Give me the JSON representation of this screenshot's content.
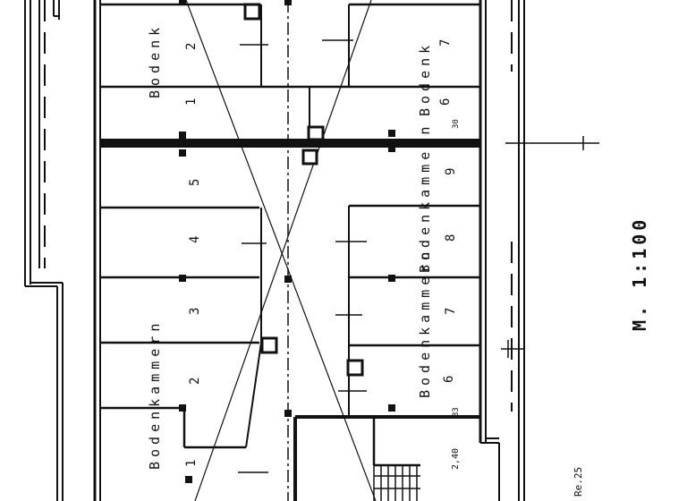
{
  "scale_text": "M. 1:100",
  "room_labels": {
    "left_top": "Bodenk",
    "left_main": "Bodenkammern",
    "right_top": "Bodenk",
    "right_lower": "Bodenkammern",
    "right_middle": "Bodenkammern"
  },
  "room_numbers": {
    "n2_top": "2",
    "n1_a": "1",
    "n5": "5",
    "n4": "4",
    "n3": "3",
    "n2_b": "2",
    "n1_b": "1",
    "n7_top": "7",
    "n6_a": "6",
    "n9": "9",
    "n8": "8",
    "n7_b": "7",
    "n6_b": "6"
  },
  "annotations": {
    "small_30": "30",
    "small_33": "33",
    "depth_text": "2,40",
    "corner_text": "Re.25"
  }
}
